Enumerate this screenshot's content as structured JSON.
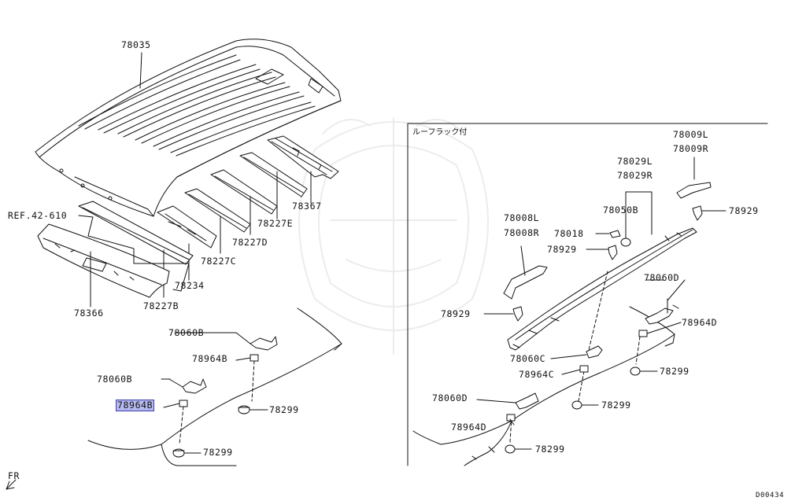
{
  "diagram": {
    "left": {
      "labels": {
        "p78035": "78035",
        "ref": "REF.42-610",
        "p78367": "78367",
        "p78227E": "78227E",
        "p78227D": "78227D",
        "p78227C": "78227C",
        "p78234": "78234",
        "p78227B": "78227B",
        "p78366": "78366",
        "p78060B_a": "78060B",
        "p78964B_a": "78964B",
        "p78060B_b": "78060B",
        "p78964B_b": "78964B",
        "p78299_a": "78299",
        "p78299_b": "78299"
      }
    },
    "right_box": {
      "title": "ルーフラック付",
      "labels": {
        "p78009L": "78009L",
        "p78009R": "78009R",
        "p78029L": "78029L",
        "p78029R": "78029R",
        "p78050B": "78050B",
        "p78929_a": "78929",
        "p78008L": "78008L",
        "p78008R": "78008R",
        "p78018": "78018",
        "p78929_b": "78929",
        "p78060D_a": "78060D",
        "p78929_c": "78929",
        "p78964D_a": "78964D",
        "p78060C": "78060C",
        "p78964C": "78964C",
        "p78299_c": "78299",
        "p78060D_b": "78060D",
        "p78299_d": "78299",
        "p78964D_b": "78964D",
        "p78299_e": "78299"
      }
    },
    "front_marker": "FR",
    "code": "D00434",
    "highlighted_part": "78964B"
  }
}
